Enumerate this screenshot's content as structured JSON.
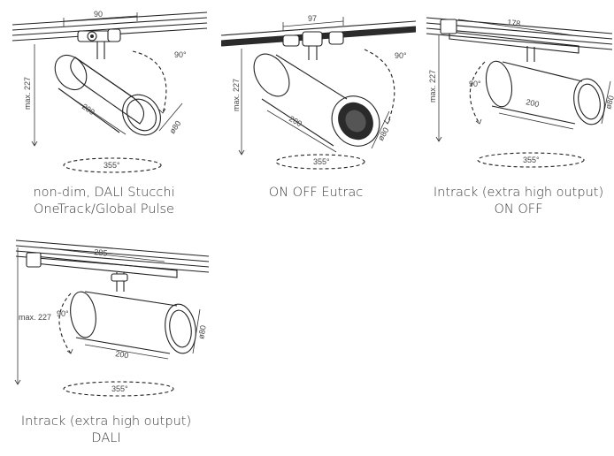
{
  "panels": [
    {
      "caption_line1": "non-dim, DALI Stucchi",
      "caption_line2": "OneTrack/Global Pulse",
      "dim_width": "90",
      "dim_height": "max. 227",
      "dim_angle_tilt": "90°",
      "dim_length": "200",
      "dim_diameter": "ø80",
      "dim_rotation": "355°"
    },
    {
      "caption_line1": "ON OFF Eutrac",
      "caption_line2": "",
      "dim_width": "97",
      "dim_height": "max. 227",
      "dim_angle_tilt": "90°",
      "dim_length": "200",
      "dim_diameter": "ø80",
      "dim_rotation": "355°"
    },
    {
      "caption_line1": "Intrack (extra high output)",
      "caption_line2": "ON OFF",
      "dim_width": "178",
      "dim_height": "max. 227",
      "dim_angle_tilt": "90°",
      "dim_length": "200",
      "dim_diameter": "ø80",
      "dim_rotation": "355°"
    },
    {
      "caption_line1": "Intrack (extra high output)",
      "caption_line2": "DALI",
      "dim_width": "285",
      "dim_height": "max. 227",
      "dim_angle_tilt": "90°",
      "dim_length": "200",
      "dim_diameter": "ø80",
      "dim_rotation": "355°"
    }
  ]
}
